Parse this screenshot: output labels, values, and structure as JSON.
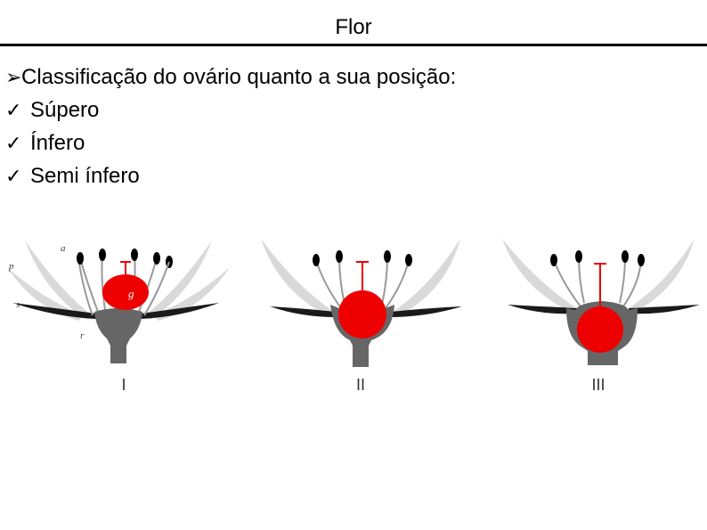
{
  "slide": {
    "title": "Flor"
  },
  "bullets": {
    "heading": "Classificação do ovário quanto a sua posição:",
    "items": [
      {
        "label": "Súpero"
      },
      {
        "label": "Ínfero"
      },
      {
        "label": "Semi ínfero"
      }
    ]
  },
  "figures": [
    {
      "numeral": "I",
      "part_labels": [
        "a",
        "p",
        "s",
        "r"
      ],
      "ovary_label": "g"
    },
    {
      "numeral": "II"
    },
    {
      "numeral": "III"
    }
  ],
  "colors": {
    "ovary": "#ee0000",
    "receptacle": "#666666",
    "petal": "#d9d9d9",
    "sepal": "#1a1a1a",
    "anther": "#000000",
    "filament": "#999999"
  }
}
